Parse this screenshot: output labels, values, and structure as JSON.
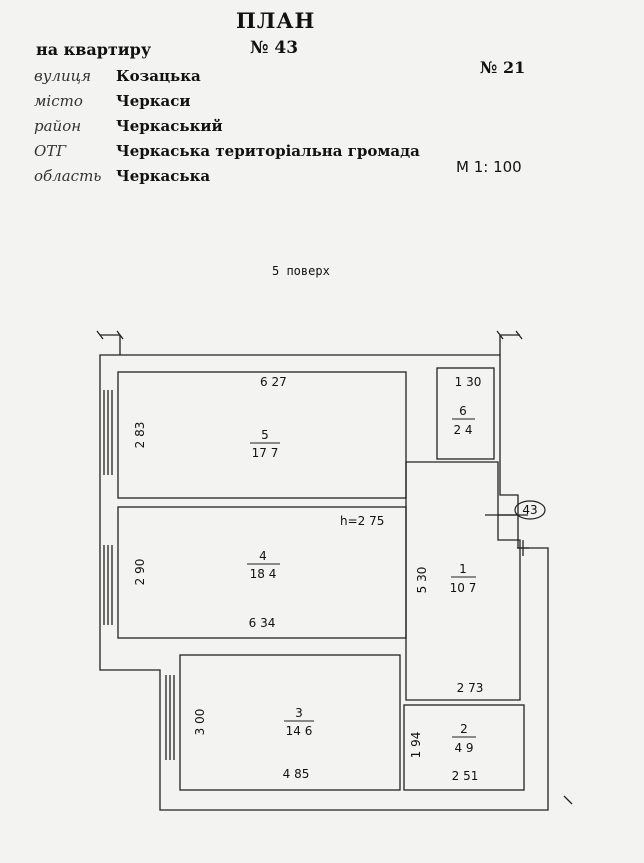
{
  "header": {
    "title": "ПЛАН",
    "apartment_number": "№ 43",
    "for_apartment_label": "на квартиру",
    "building_number": "№ 21",
    "scale": "М 1: 100"
  },
  "address": [
    {
      "label": "вулиця",
      "value": "Козацька"
    },
    {
      "label": "місто",
      "value": "Черкаси"
    },
    {
      "label": "район",
      "value": "Черкаський"
    },
    {
      "label": "ОТГ",
      "value": "Черкаська територіальна громада"
    },
    {
      "label": "область",
      "value": "Черкаська"
    }
  ],
  "floor_label": "5 поверх",
  "ceiling_height": "h=2 75",
  "apartment_callout": "43",
  "rooms": [
    {
      "number": "1",
      "area": "10 7",
      "dimension": "5 30"
    },
    {
      "number": "2",
      "area": "4 9",
      "dimension_width": "2 51",
      "dimension_height": "1 94",
      "dimension_top": "2 73"
    },
    {
      "number": "3",
      "area": "14 6",
      "dimension_width": "4 85",
      "dimension_height": "3 00"
    },
    {
      "number": "4",
      "area": "18 4",
      "dimension_width": "6 34",
      "dimension_height": "2 90"
    },
    {
      "number": "5",
      "area": "17 7",
      "dimension_width": "6 27",
      "dimension_height": "2 83"
    },
    {
      "number": "6",
      "area": "2 4",
      "dimension_width": "1 30"
    }
  ]
}
